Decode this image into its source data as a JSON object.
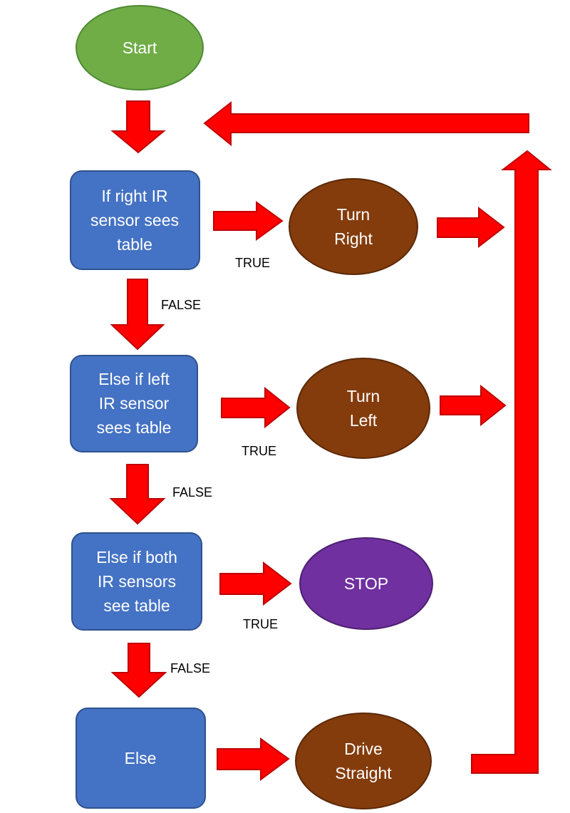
{
  "colors": {
    "start": "#70ad47",
    "start_stroke": "#4f8a33",
    "decision": "#4472c4",
    "decision_stroke": "#2f528f",
    "action": "#843c0c",
    "action_stroke": "#5a2808",
    "stop": "#7030a0",
    "stop_stroke": "#4e2172",
    "arrow": "#ff0000"
  },
  "nodes": {
    "start": {
      "lines": [
        "Start"
      ]
    },
    "right_sensor": {
      "lines": [
        "If right IR",
        "sensor sees",
        "table"
      ]
    },
    "left_sensor": {
      "lines": [
        "Else if left",
        "IR sensor",
        "sees table"
      ]
    },
    "both_sensors": {
      "lines": [
        "Else if both",
        "IR sensors",
        "see table"
      ]
    },
    "else": {
      "lines": [
        "Else"
      ]
    },
    "turn_right": {
      "lines": [
        "Turn",
        "Right"
      ]
    },
    "turn_left": {
      "lines": [
        "Turn",
        "Left"
      ]
    },
    "stop": {
      "lines": [
        "STOP"
      ]
    },
    "drive_straight": {
      "lines": [
        "Drive",
        "Straight"
      ]
    }
  },
  "edge_labels": {
    "true_right": "TRUE",
    "false_right": "FALSE",
    "true_left": "TRUE",
    "false_left": "FALSE",
    "true_both": "TRUE",
    "false_both": "FALSE"
  }
}
